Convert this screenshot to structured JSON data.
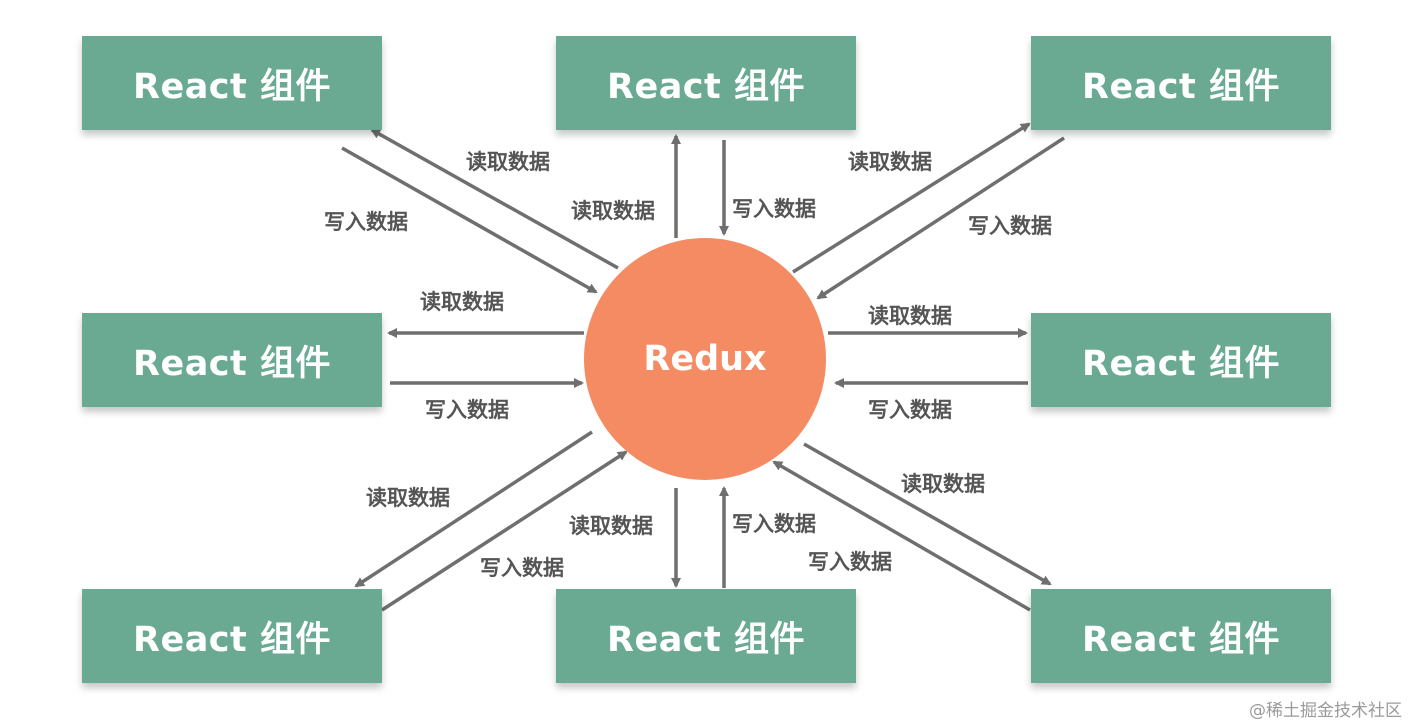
{
  "hub": {
    "label": "Redux"
  },
  "component_label": "React 组件",
  "read_label": "读取数据",
  "write_label": "写入数据",
  "watermark": "@稀土掘金技术社区",
  "colors": {
    "box": "#6aaa93",
    "hub": "#f58b62",
    "arrow": "#6f6f6f",
    "text": "#555555"
  }
}
